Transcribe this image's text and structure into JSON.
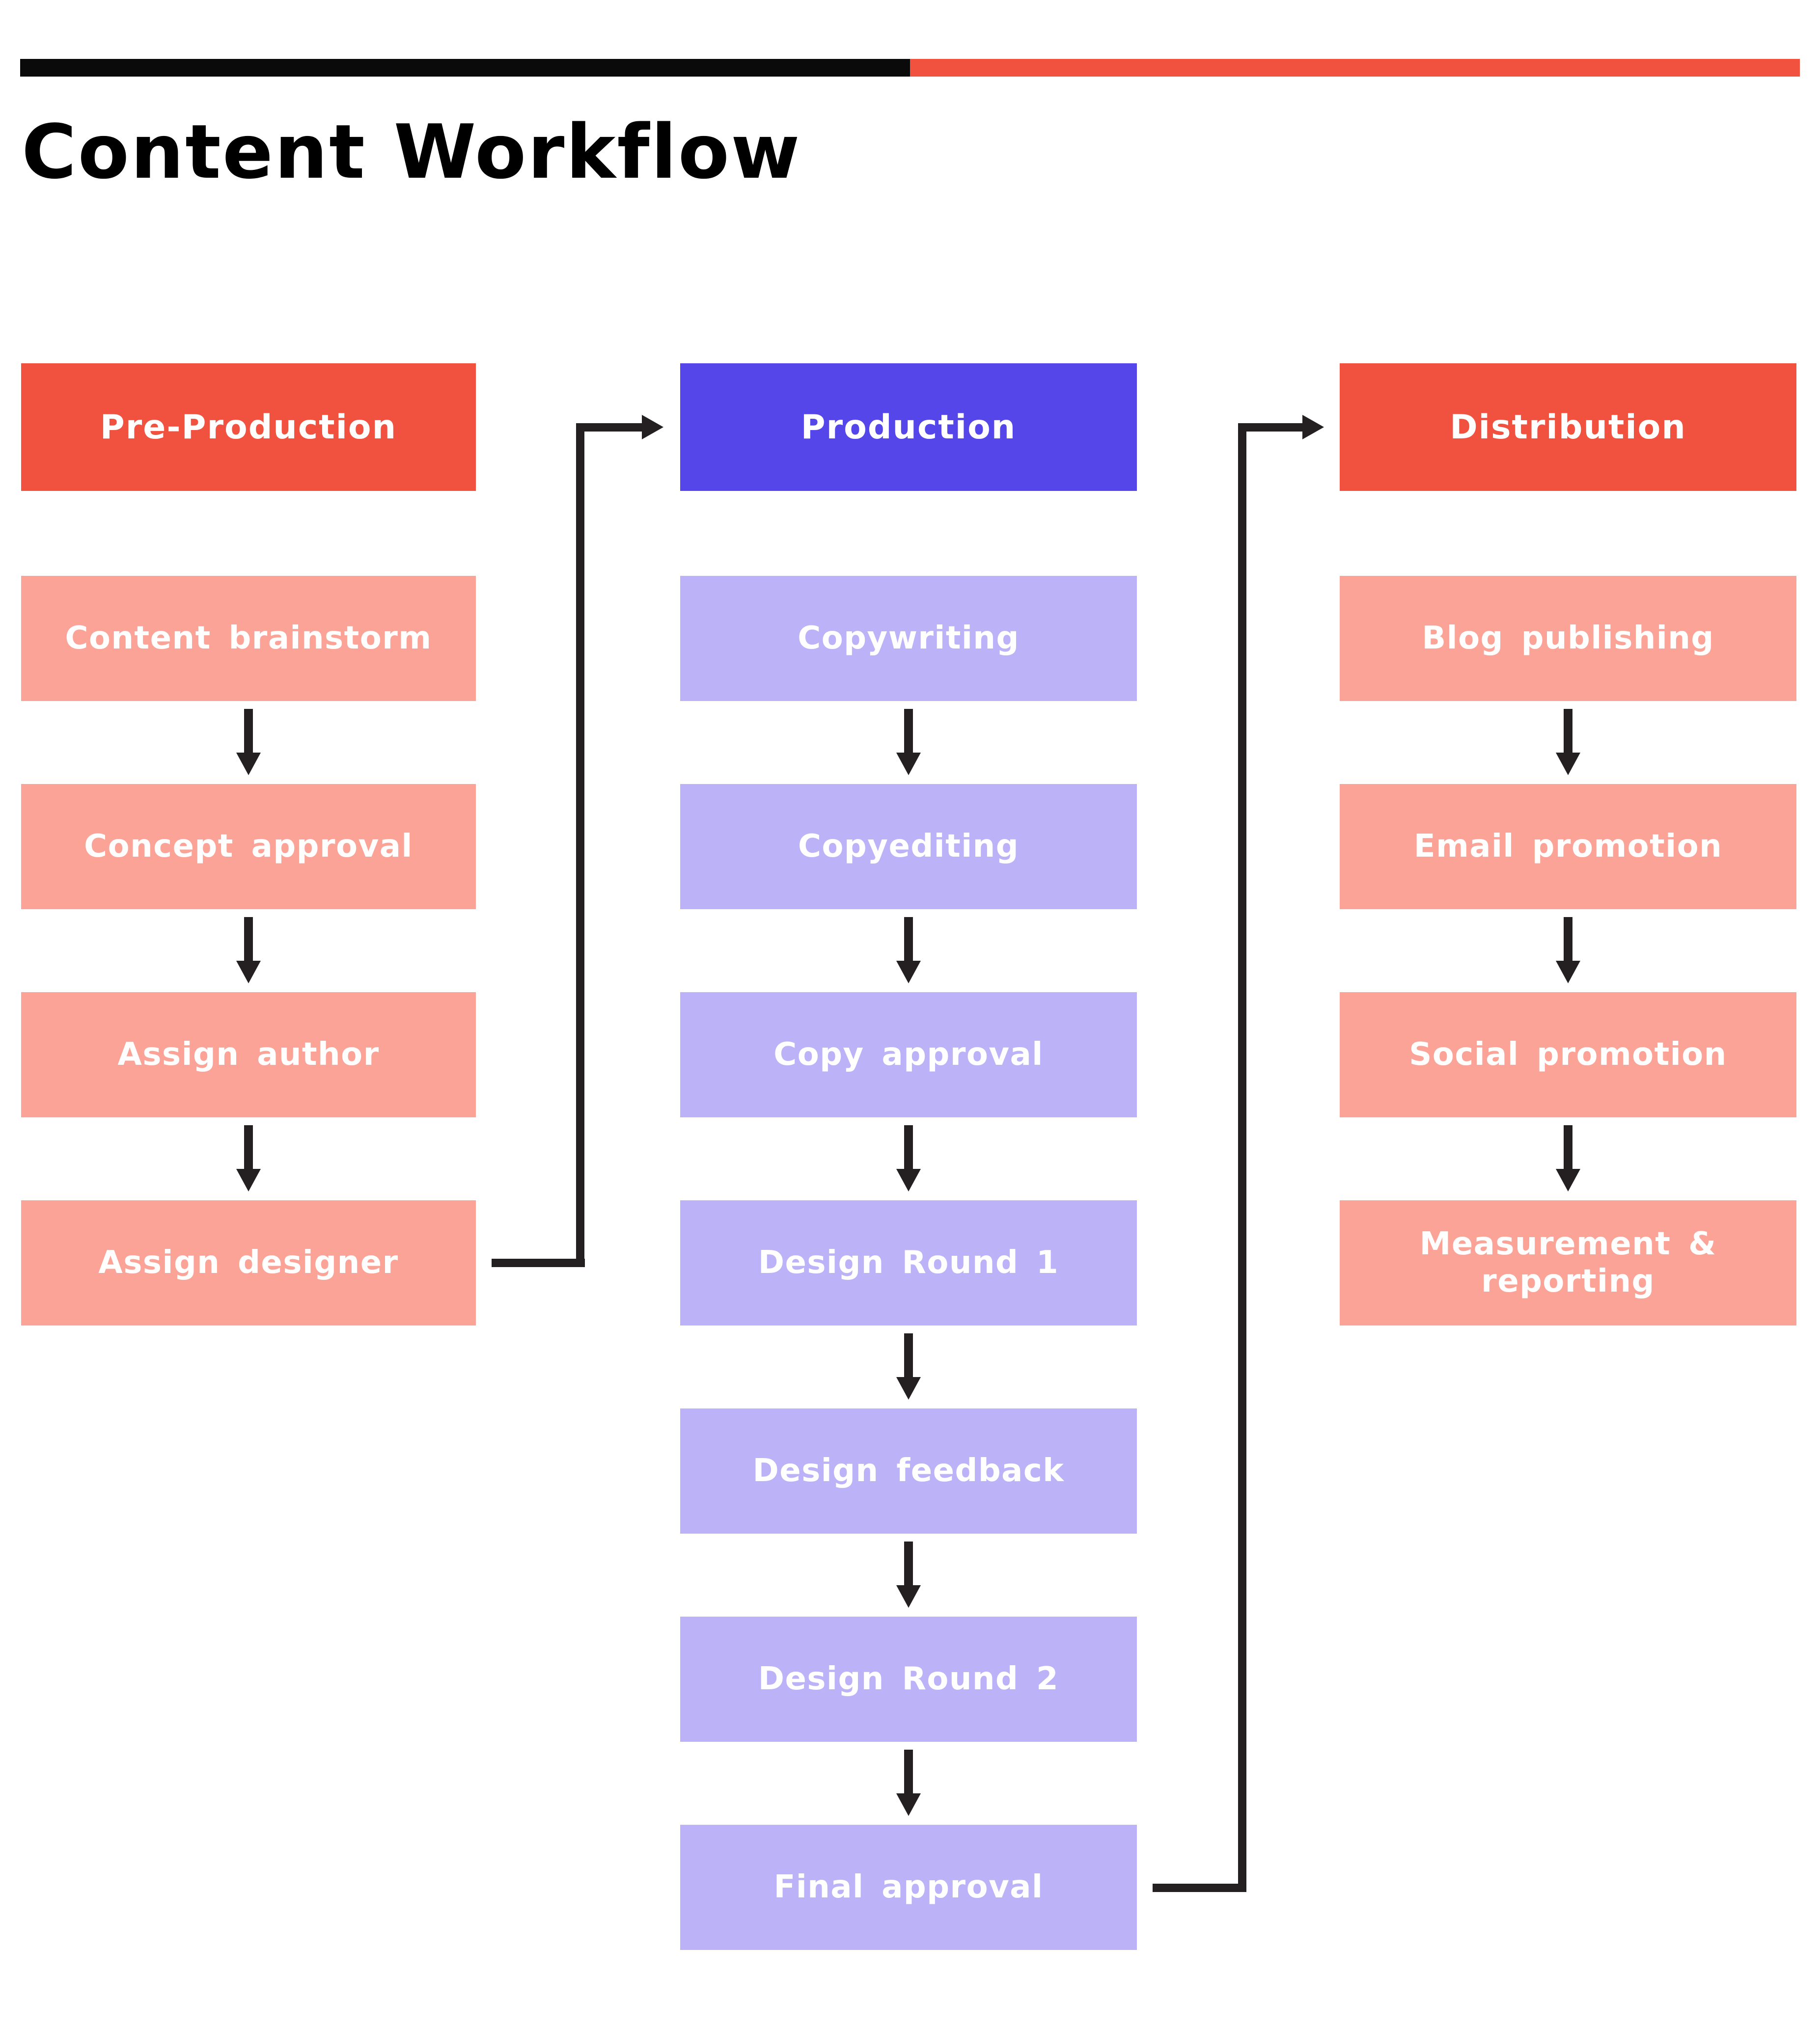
{
  "title": "Content Workflow",
  "top_bar": {
    "left_color": "#0a0a0a",
    "right_color": "#f0523f"
  },
  "palette": {
    "red": "#f0523f",
    "salmon": "#fba396",
    "blue": "#5546e9",
    "lavender": "#bcb2f8",
    "connector": "#241f21",
    "text_on_box": "#ffffff",
    "title_text": "#000000"
  },
  "columns": [
    {
      "header": {
        "label": "Pre-Production",
        "color": "#f0523f"
      },
      "step_color": "#fba396",
      "steps": [
        {
          "label": "Content brainstorm"
        },
        {
          "label": "Concept approval"
        },
        {
          "label": "Assign author"
        },
        {
          "label": "Assign designer"
        }
      ]
    },
    {
      "header": {
        "label": "Production",
        "color": "#5546e9"
      },
      "step_color": "#bcb2f8",
      "steps": [
        {
          "label": "Copywriting"
        },
        {
          "label": "Copyediting"
        },
        {
          "label": "Copy approval"
        },
        {
          "label": "Design Round 1"
        },
        {
          "label": "Design feedback"
        },
        {
          "label": "Design Round 2"
        },
        {
          "label": "Final approval"
        }
      ]
    },
    {
      "header": {
        "label": "Distribution",
        "color": "#f0523f"
      },
      "step_color": "#fba396",
      "steps": [
        {
          "label": "Blog publishing"
        },
        {
          "label": "Email promotion"
        },
        {
          "label": "Social promotion"
        },
        {
          "label": "Measurement & reporting"
        }
      ]
    }
  ],
  "connectors": [
    {
      "from": "Assign designer",
      "to": "Production"
    },
    {
      "from": "Final approval",
      "to": "Distribution"
    }
  ]
}
